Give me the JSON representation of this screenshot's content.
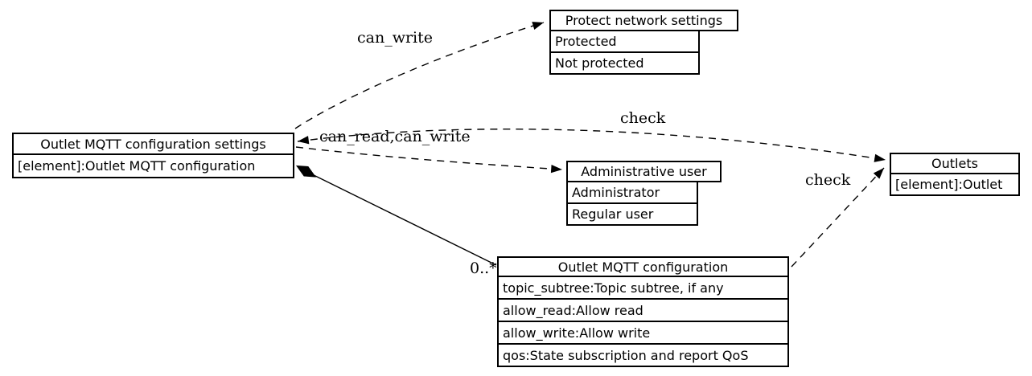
{
  "diagram": {
    "nodes": {
      "settings": {
        "title": "Outlet MQTT configuration settings",
        "rows": [
          "[element]:Outlet MQTT configuration"
        ]
      },
      "protect": {
        "title": "Protect network settings",
        "rows": [
          "Protected",
          "Not protected"
        ]
      },
      "admin": {
        "title": "Administrative user",
        "rows": [
          "Administrator",
          "Regular user"
        ]
      },
      "config": {
        "title": "Outlet MQTT configuration",
        "rows": [
          "topic_subtree:Topic subtree, if any",
          "allow_read:Allow read",
          "allow_write:Allow write",
          "qos:State subscription and report QoS"
        ]
      },
      "outlets": {
        "title": "Outlets",
        "rows": [
          "[element]:Outlet"
        ]
      }
    },
    "edges": {
      "can_write_label": "can_write",
      "can_read_can_write_label": "can_read,can_write",
      "check_top_label": "check",
      "check_bottom_label": "check",
      "multiplicity_label": "0..*"
    },
    "colors": {
      "line": "#000000",
      "background": "#ffffff",
      "box_fill": "#ffffff",
      "text": "#000000"
    }
  }
}
